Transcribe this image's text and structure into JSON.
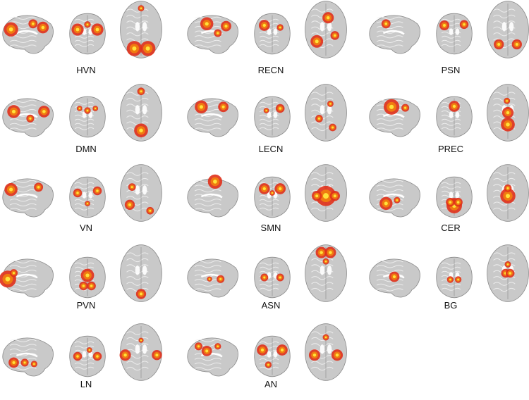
{
  "networks": [
    {
      "label": "HVN"
    },
    {
      "label": "RECN"
    },
    {
      "label": "PSN"
    },
    {
      "label": "DMN"
    },
    {
      "label": "LECN"
    },
    {
      "label": "PREC"
    },
    {
      "label": "VN"
    },
    {
      "label": "SMN"
    },
    {
      "label": "CER"
    },
    {
      "label": "PVN"
    },
    {
      "label": "ASN"
    },
    {
      "label": "BG"
    },
    {
      "label": "LN"
    },
    {
      "label": "AN"
    }
  ],
  "views": [
    "sagittal",
    "coronal",
    "axial"
  ],
  "colors": {
    "brain_fill": "#c9c9c9",
    "brain_edge": "#8a8a8a",
    "sulci": "#f2f2f2",
    "ventricle": "#ffffff",
    "activation_outer": "#e0301a",
    "activation_mid": "#f07a10",
    "activation_core": "#ffe23a"
  }
}
